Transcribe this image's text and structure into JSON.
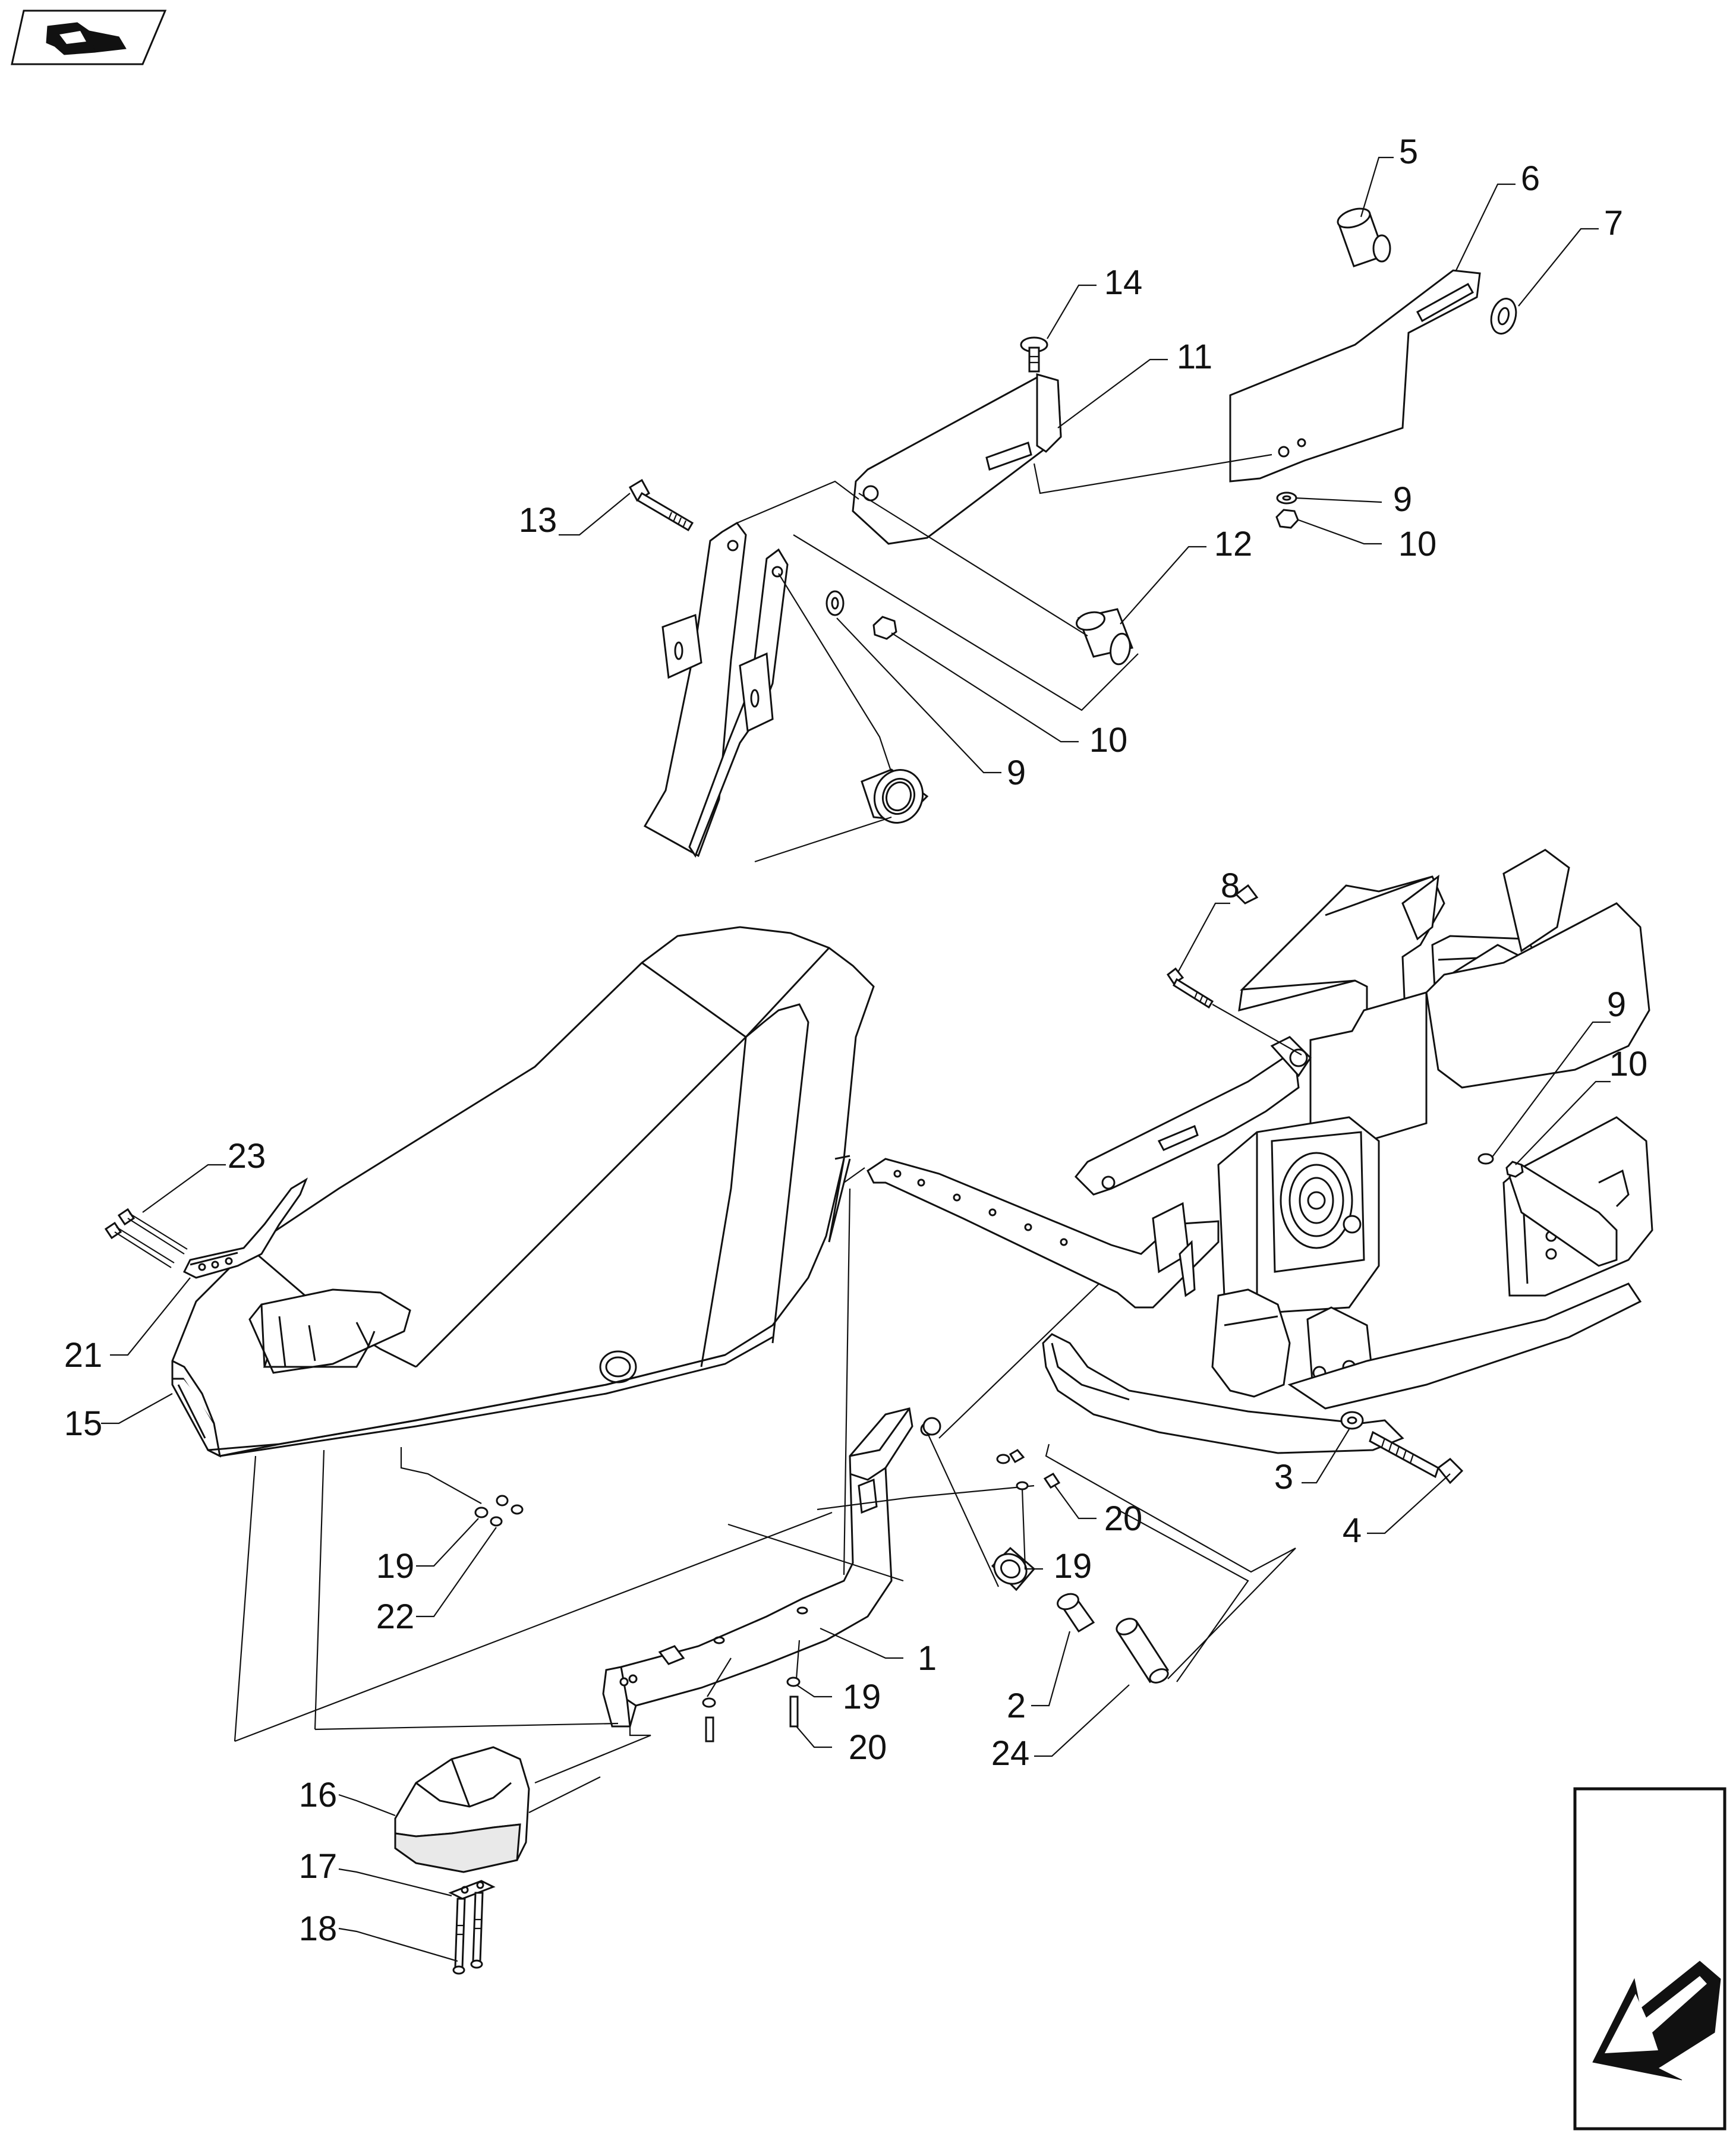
{
  "diagram": {
    "callouts": [
      "1",
      "2",
      "3",
      "4",
      "5",
      "6",
      "7",
      "8",
      "9",
      "9",
      "9",
      "10",
      "10",
      "10",
      "11",
      "12",
      "13",
      "14",
      "15",
      "16",
      "17",
      "18",
      "19",
      "19",
      "19",
      "20",
      "20",
      "21",
      "22",
      "23",
      "24"
    ]
  },
  "icons": {
    "top_left": "book-reference-icon",
    "bottom_right": "next-page-arrow-icon"
  }
}
